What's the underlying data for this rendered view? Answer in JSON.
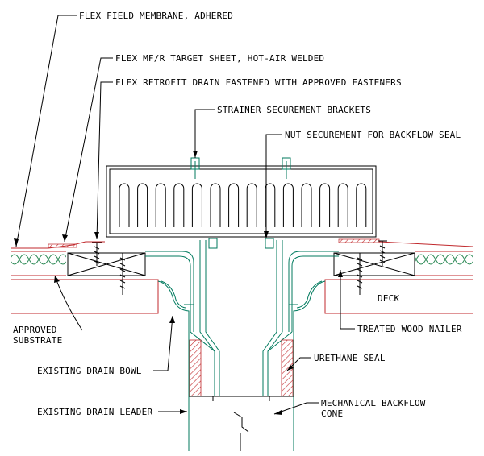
{
  "labels": {
    "flex_field_membrane": "FLEX FIELD MEMBRANE, ADHERED",
    "flex_target_sheet": "FLEX MF/R TARGET SHEET, HOT-AIR WELDED",
    "flex_retrofit_drain": "FLEX RETROFIT DRAIN FASTENED WITH APPROVED FASTENERS",
    "strainer_brackets": "STRAINER SECUREMENT BRACKETS",
    "nut_securement": "NUT SECUREMENT FOR BACKFLOW SEAL",
    "deck": "DECK",
    "approved_substrate_1": "APPROVED",
    "approved_substrate_2": "SUBSTRATE",
    "treated_wood_nailer": "TREATED WOOD NAILER",
    "existing_drain_bowl": "EXISTING DRAIN BOWL",
    "urethane_seal": "URETHANE SEAL",
    "existing_drain_leader": "EXISTING DRAIN LEADER",
    "mechanical_backflow_1": "MECHANICAL BACKFLOW",
    "mechanical_backflow_2": "CONE"
  },
  "colors": {
    "line": "#000000",
    "drain": "#007a5e",
    "deck": "#c0282c",
    "insulation": "#2e8b57",
    "membrane": "#c0282c"
  }
}
